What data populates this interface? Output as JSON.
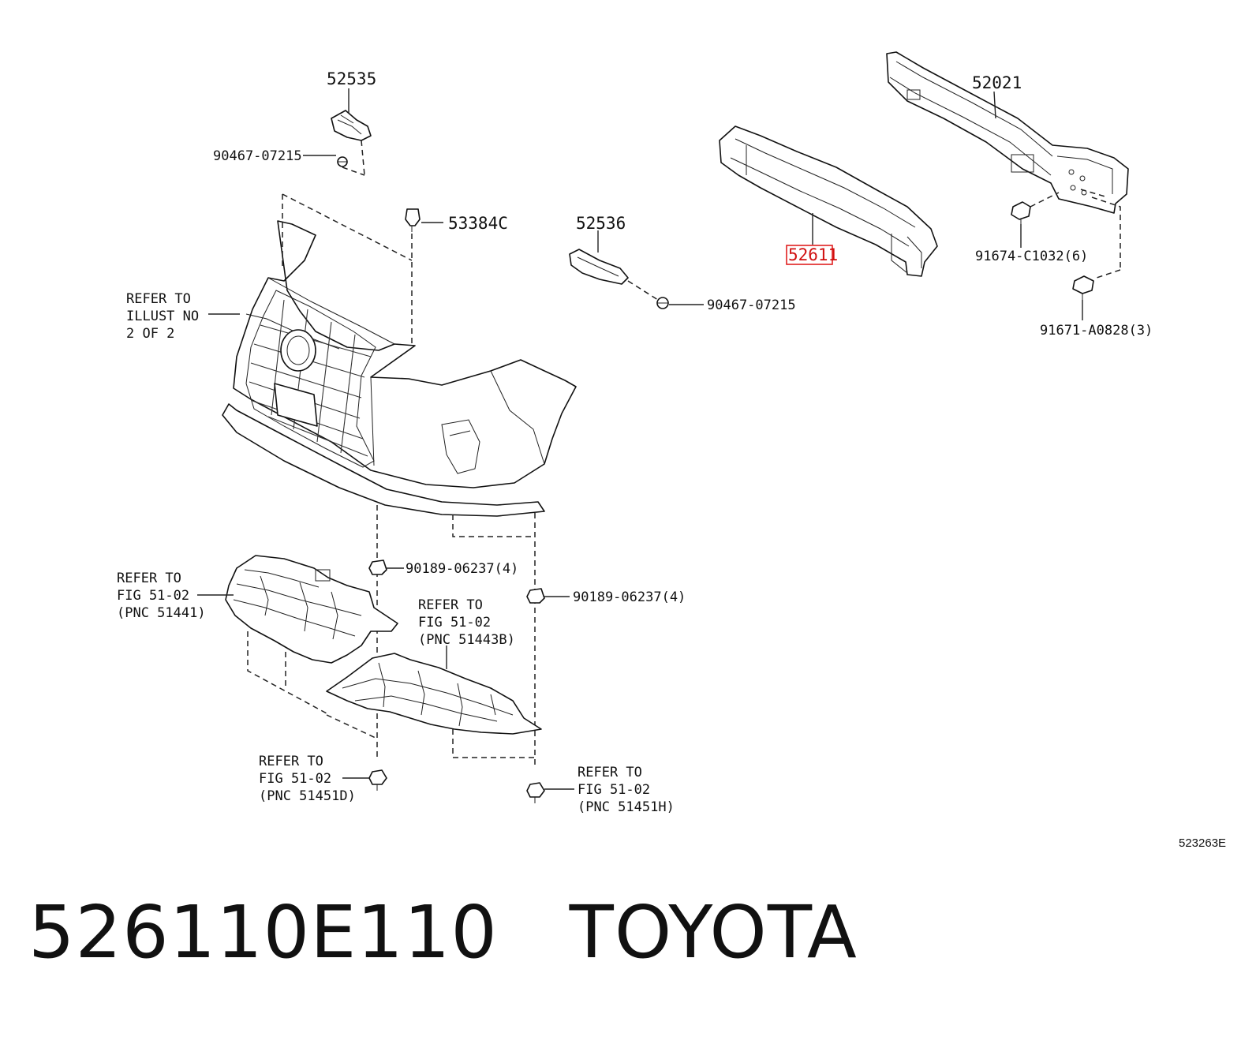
{
  "labels": {
    "p52535": "52535",
    "p90467_top": "90467-07215",
    "p53384c": "53384C",
    "p52536": "52536",
    "p90467_mid": "90467-07215",
    "p52611": "52611",
    "p52021": "52021",
    "p91674": "91674-C1032(6)",
    "p91671": "91671-A0828(3)",
    "refer_illust": [
      "REFER TO",
      "ILLUST NO",
      "2 OF 2"
    ],
    "p90189_left": "90189-06237(4)",
    "p90189_right": "90189-06237(4)",
    "refer_51441": [
      "REFER TO",
      "FIG 51-02",
      "(PNC 51441)"
    ],
    "refer_51443b": [
      "REFER TO",
      "FIG 51-02",
      "(PNC 51443B)"
    ],
    "refer_51451d": [
      "REFER TO",
      "FIG 51-02",
      "(PNC 51451D)"
    ],
    "refer_51451h": [
      "REFER TO",
      "FIG 51-02",
      "(PNC 51451H)"
    ]
  },
  "illustration_id": "523263E",
  "caption": {
    "part_number": "526110E110",
    "brand": "TOYOTA"
  },
  "highlight_color": "#e02020"
}
